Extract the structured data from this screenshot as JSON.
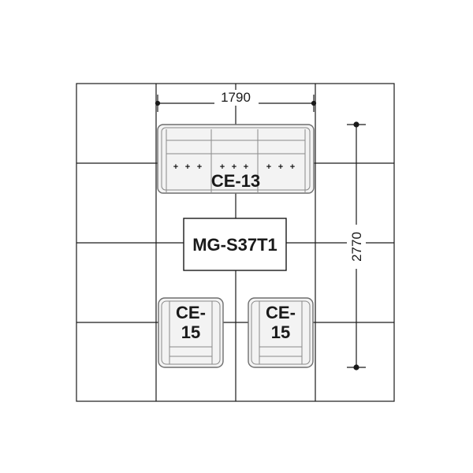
{
  "layout": {
    "sofa_label": "CE-13",
    "table_label": "MG-S37T1",
    "chair_left_label_line1": "CE-",
    "chair_left_label_line2": "15",
    "chair_right_label_line1": "CE-",
    "chair_right_label_line2": "15",
    "width_dim": "1790",
    "depth_dim": "2770",
    "grid": {
      "columns": 4,
      "rows": 4,
      "style": "plan-view"
    },
    "colors": {
      "line": "#1a1a1a",
      "furniture_fill": "#f3f3f3",
      "furniture_stroke": "#6e6e6e",
      "background": "#ffffff"
    }
  },
  "plus_marks": "+"
}
